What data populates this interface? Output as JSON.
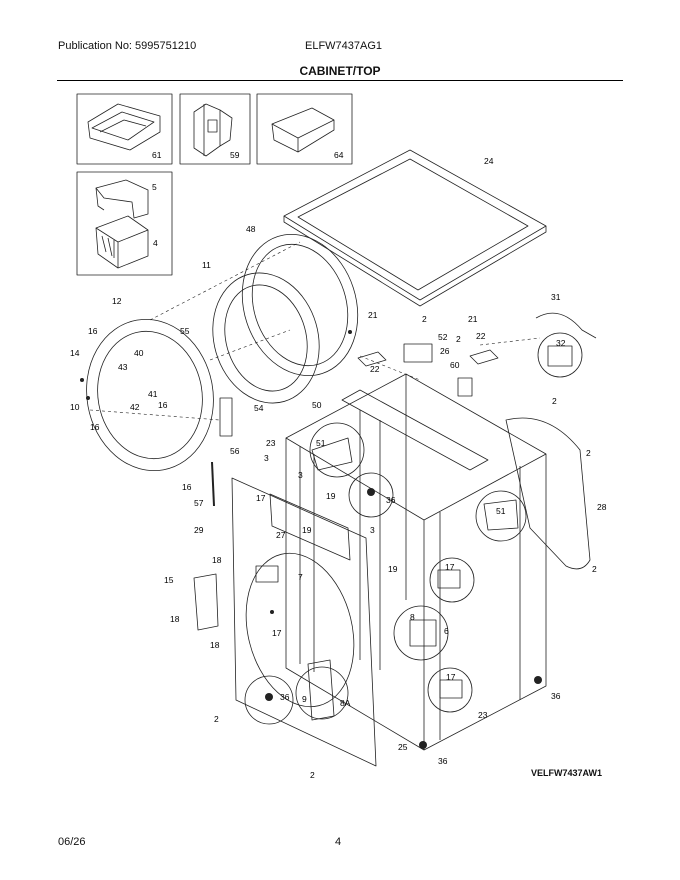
{
  "header": {
    "publication": "Publication No: 5995751210",
    "model": "ELFW7437AG1",
    "section_title": "CABINET/TOP"
  },
  "diagram": {
    "callouts": [
      {
        "id": "c61",
        "label": "61"
      },
      {
        "id": "c59",
        "label": "59"
      },
      {
        "id": "c64",
        "label": "64"
      },
      {
        "id": "c5",
        "label": "5"
      },
      {
        "id": "c4",
        "label": "4"
      },
      {
        "id": "c24",
        "label": "24"
      },
      {
        "id": "c48",
        "label": "48"
      },
      {
        "id": "c11",
        "label": "11"
      },
      {
        "id": "c12",
        "label": "12"
      },
      {
        "id": "c16a",
        "label": "16"
      },
      {
        "id": "c55",
        "label": "55"
      },
      {
        "id": "c14",
        "label": "14"
      },
      {
        "id": "c40",
        "label": "40"
      },
      {
        "id": "c43",
        "label": "43"
      },
      {
        "id": "c41",
        "label": "41"
      },
      {
        "id": "c42",
        "label": "42"
      },
      {
        "id": "c10",
        "label": "10"
      },
      {
        "id": "c16b",
        "label": "16"
      },
      {
        "id": "c16c",
        "label": "16"
      },
      {
        "id": "c54",
        "label": "54"
      },
      {
        "id": "c56",
        "label": "56"
      },
      {
        "id": "c16d",
        "label": "16"
      },
      {
        "id": "c57",
        "label": "57"
      },
      {
        "id": "c3a",
        "label": "3"
      },
      {
        "id": "c21a",
        "label": "21"
      },
      {
        "id": "c2a",
        "label": "2"
      },
      {
        "id": "c52",
        "label": "52"
      },
      {
        "id": "c26",
        "label": "26"
      },
      {
        "id": "c22a",
        "label": "22"
      },
      {
        "id": "c21b",
        "label": "21"
      },
      {
        "id": "c2b",
        "label": "2"
      },
      {
        "id": "c22b",
        "label": "22"
      },
      {
        "id": "c60",
        "label": "60"
      },
      {
        "id": "c31",
        "label": "31"
      },
      {
        "id": "c32",
        "label": "32"
      },
      {
        "id": "c50",
        "label": "50"
      },
      {
        "id": "c51a",
        "label": "51"
      },
      {
        "id": "c23a",
        "label": "23"
      },
      {
        "id": "c2c",
        "label": "2"
      },
      {
        "id": "c2d",
        "label": "2"
      },
      {
        "id": "c3b",
        "label": "3"
      },
      {
        "id": "c17a",
        "label": "17"
      },
      {
        "id": "c19a",
        "label": "19"
      },
      {
        "id": "c36a",
        "label": "36"
      },
      {
        "id": "c51b",
        "label": "51"
      },
      {
        "id": "c28",
        "label": "28"
      },
      {
        "id": "c29",
        "label": "29"
      },
      {
        "id": "c27",
        "label": "27"
      },
      {
        "id": "c19b",
        "label": "19"
      },
      {
        "id": "c3c",
        "label": "3"
      },
      {
        "id": "c19c",
        "label": "19"
      },
      {
        "id": "c17b",
        "label": "17"
      },
      {
        "id": "c2e",
        "label": "2"
      },
      {
        "id": "c18a",
        "label": "18"
      },
      {
        "id": "c15",
        "label": "15"
      },
      {
        "id": "c7",
        "label": "7"
      },
      {
        "id": "c18b",
        "label": "18"
      },
      {
        "id": "c17c",
        "label": "17"
      },
      {
        "id": "c8",
        "label": "8"
      },
      {
        "id": "c6",
        "label": "6"
      },
      {
        "id": "c18c",
        "label": "18"
      },
      {
        "id": "c36b",
        "label": "36"
      },
      {
        "id": "c9",
        "label": "9"
      },
      {
        "id": "c8A",
        "label": "8A"
      },
      {
        "id": "c17d",
        "label": "17"
      },
      {
        "id": "c36c",
        "label": "36"
      },
      {
        "id": "c2f",
        "label": "2"
      },
      {
        "id": "c23b",
        "label": "23"
      },
      {
        "id": "c25",
        "label": "25"
      },
      {
        "id": "c36d",
        "label": "36"
      },
      {
        "id": "c2g",
        "label": "2"
      }
    ]
  },
  "diagram_code": "VELFW7437AW1",
  "footer": {
    "date": "06/26",
    "page_number": "4"
  }
}
